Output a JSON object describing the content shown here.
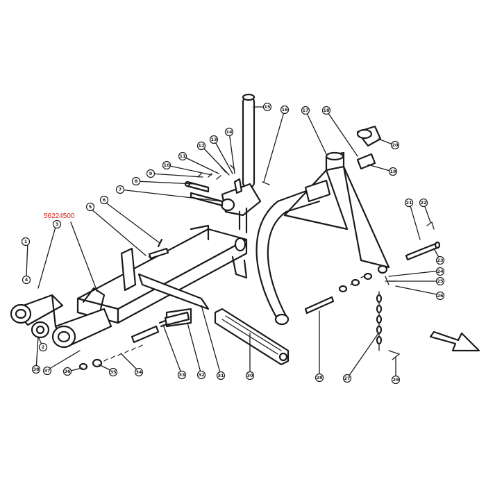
{
  "part_number": "56224500",
  "callouts": [
    "1",
    "2",
    "3",
    "4",
    "5",
    "6",
    "7",
    "8",
    "9",
    "10",
    "11",
    "12",
    "13",
    "14",
    "15",
    "16",
    "17",
    "18",
    "19",
    "20",
    "21",
    "22",
    "23",
    "24",
    "25",
    "26",
    "27",
    "28",
    "29",
    "30",
    "31",
    "32",
    "33",
    "34",
    "35",
    "36",
    "37",
    "38"
  ],
  "colors": {
    "line": "#1a1a1a",
    "part_number": "#d0221a",
    "background": "#ffffff"
  },
  "icons": [
    "direction-arrow-icon"
  ]
}
